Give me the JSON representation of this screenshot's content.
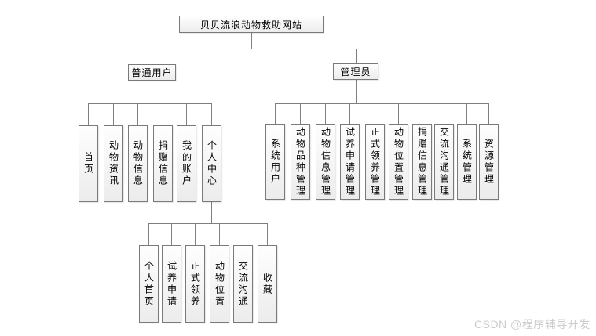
{
  "tree": {
    "root_label": "贝贝流浪动物救助网站",
    "user": {
      "label": "普通用户",
      "children": [
        "首页",
        "动物资讯",
        "动物信息",
        "捐赠信息",
        "我的账户",
        "个人中心"
      ]
    },
    "admin": {
      "label": "管理员",
      "children": [
        "系统用户",
        "动物品种管理",
        "动物信息管理",
        "试养申请管理",
        "正式领养管理",
        "动物位置管理",
        "捐赠信息管理",
        "交流沟通管理",
        "系统管理",
        "资源管理"
      ]
    },
    "personal_center": {
      "children": [
        "个人首页",
        "试养申请",
        "正式领养",
        "动物位置",
        "交流沟通",
        "收藏"
      ]
    }
  },
  "watermark": {
    "text": "CSDN @程序辅导开发"
  },
  "colors": {
    "line": "#7f7f7f",
    "box_border": "#7a7a7a",
    "box_fill_top": "#fefefe",
    "box_fill_bottom": "#ececec",
    "text": "#000000",
    "watermark": "#cccccc"
  }
}
